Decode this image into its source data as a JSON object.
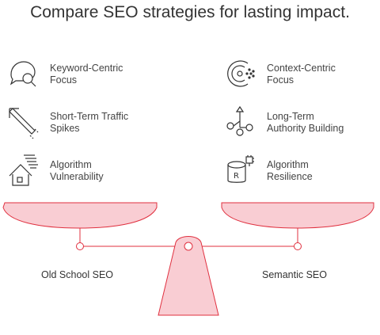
{
  "title": "Compare SEO strategies for lasting impact.",
  "left_side": {
    "label": "Old School SEO",
    "items": [
      {
        "icon": "keyword-search-icon",
        "line1": "Keyword-Centric",
        "line2": "Focus"
      },
      {
        "icon": "traffic-spike-arrow-icon",
        "line1": "Short-Term Traffic",
        "line2": "Spikes"
      },
      {
        "icon": "vulnerable-house-icon",
        "line1": "Algorithm",
        "line2": "Vulnerability"
      }
    ]
  },
  "right_side": {
    "label": "Semantic SEO",
    "items": [
      {
        "icon": "context-circle-icon",
        "line1": "Context-Centric",
        "line2": "Focus"
      },
      {
        "icon": "growth-network-icon",
        "line1": "Long-Term",
        "line2": "Authority Building"
      },
      {
        "icon": "resilience-database-icon",
        "line1": "Algorithm",
        "line2": "Resilience"
      }
    ]
  },
  "colors": {
    "pan_fill": "#f9cdd3",
    "stroke": "#e0303f",
    "icon_stroke": "#333333",
    "text": "#333333"
  }
}
